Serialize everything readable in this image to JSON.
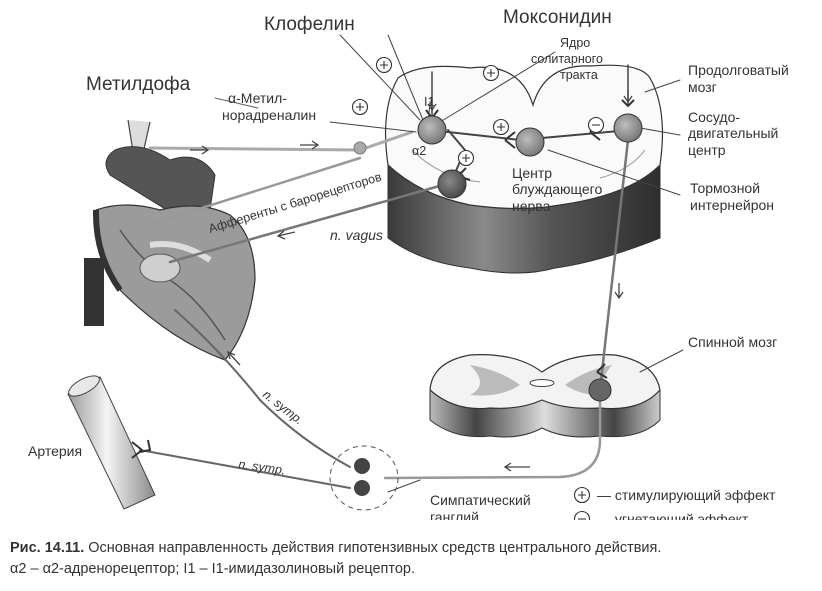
{
  "labels": {
    "clonidine": "Клофелин",
    "moxonidine": "Моксонидин",
    "methyldopa": "Метилдофа",
    "alpha_methyl_1": "α-Метил-",
    "alpha_methyl_2": "норадреналин",
    "solitary_1": "Ядро",
    "solitary_2": "солитарного",
    "solitary_3": "тракта",
    "medulla_1": "Продолговатый",
    "medulla_2": "мозг",
    "vasomotor_1": "Сосудо-",
    "vasomotor_2": "двигательный",
    "vasomotor_3": "центр",
    "vagus_center_1": "Центр",
    "vagus_center_2": "блуждающего",
    "vagus_center_3": "нерва",
    "inhibitory_1": "Тормозной",
    "inhibitory_2": "интернейрон",
    "afferents": "Афференты с барорецепторов",
    "n_vagus": "n. vagus",
    "spinal_cord": "Спинной мозг",
    "n_symp_1": "n. symp.",
    "n_symp_2": "n. symp.",
    "artery": "Артерия",
    "ganglion_1": "Симпатический",
    "ganglion_2": "ганглий",
    "alpha2": "α2",
    "i1": "I1"
  },
  "legend": {
    "plus_text": "— стимулирующий эффект",
    "minus_text": "— угнетающий эффект"
  },
  "caption": {
    "title": "Рис. 14.11.",
    "line1": " Основная направленность действия гипотензивных средств центрального действия.",
    "line2": "α2 – α2-адренорецептор; I1 – I1-имидазолиновый рецептор."
  }
}
